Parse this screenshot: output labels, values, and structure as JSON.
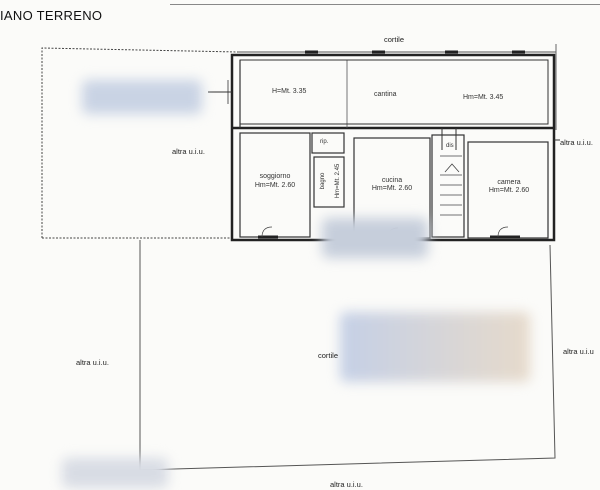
{
  "title": "IANO TERRENO",
  "labels": {
    "cortile_top": "cortile",
    "cortile_main": "cortile",
    "altra_uiu_top_left": "altra u.i.u.",
    "altra_uiu_right_upper": "altra u.i.u.",
    "altra_uiu_right_lower": "altra u.i.u",
    "altra_uiu_left": "altra u.i.u.",
    "altra_uiu_bottom": "altra u.i.u.",
    "cantina": "cantina",
    "h_335": "H=Mt. 3.35",
    "h_345": "Hm=Mt. 3.45",
    "rip": "rip.",
    "soggiorno": "soggiorno",
    "soggiorno_h": "Hm=Mt. 2.60",
    "bagno": "bagno",
    "bagno_h": "Hm=Mt. 2.45",
    "cucina": "cucina",
    "cucina_h": "Hm=Mt. 2.60",
    "dis": "dis",
    "camera": "camera",
    "camera_h": "Hm=Mt. 2.60"
  }
}
